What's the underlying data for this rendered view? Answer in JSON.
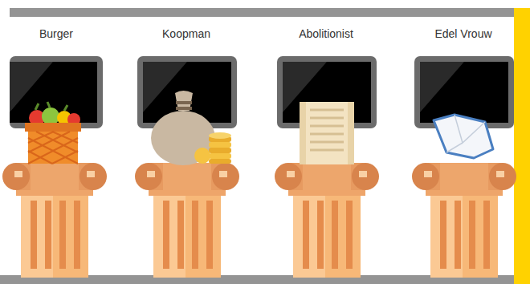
{
  "diagram": {
    "labels": [
      "Burger",
      "Koopman",
      "Abolitionist",
      "Edel Vrouw"
    ]
  }
}
